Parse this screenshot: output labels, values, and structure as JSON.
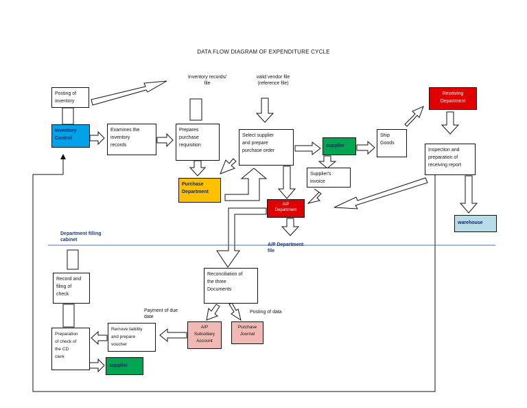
{
  "title": "DATA FLOW DIAGRAM OF EXPENDITURE CYCLE",
  "nodes": {
    "posting_inventory": "Posting of\ninventory",
    "inventory_control": "Inventory\nControl",
    "examines": "Examines the\ninventory\nrecords",
    "prepares": "Prepares\npurchase\nrequisition",
    "select_supplier": "Select supplier\nand prepare\npurchase order",
    "supplier_top": "supplier",
    "ship_goods": "Ship\nGoods",
    "receiving_dept": "Receiving\nDepartment",
    "inspection": "Inspection and\npreparation of\nreceiving report",
    "warehouse": "warehouse",
    "purchase_dept": "Purchase\nDepartment",
    "suppliers_invoice": "Supplier's\ninvoice",
    "ap_dept": "A/P\nDepartment",
    "reconciliation": "Reconciliation of\nthe three\nDocuments",
    "record_filing": "Record and\nfiling of\ncheck",
    "preparation_check": "Preparation\nof check of\nthe CD\nclerk",
    "remove_liability": "Remove liability\nand prepare\nvoucher",
    "ap_subsidiary": "A/P\nSubsidiary\nAccount",
    "purchase_journal": "Purchase\nJournal",
    "supplier_bottom": "supplier"
  },
  "labels": {
    "inventory_records_file": "Inventory records/\nfile",
    "valid_vendor_file": "valid vendor file\n(reference file)",
    "department_filing_cabinet": "Department filling\ncabinet",
    "ap_department_file": "A/P Department\nfile",
    "payment_due_date": "Payment of due\ndate",
    "posting_of_data": "Posting of data"
  },
  "colors": {
    "inventory_control": "#00a2e8",
    "supplier": "#00a651",
    "receiving": "#e00000",
    "ap_department": "#e00000",
    "purchase_department": "#ffc000",
    "journal_boxes": "#f2b8b4",
    "warehouse": "#b8dde8",
    "separator_line": "#4a6fa5"
  }
}
